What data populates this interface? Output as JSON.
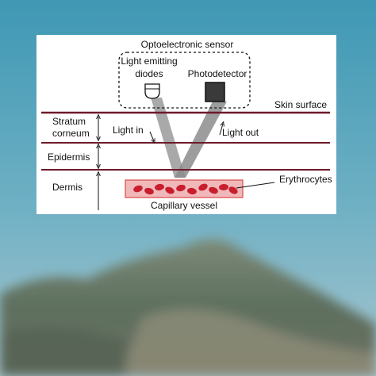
{
  "labels": {
    "sensor_title": "Optoelectronic sensor",
    "led_line1": "Light emitting",
    "led_line2": "diodes",
    "photodetector": "Photodetector",
    "skin_surface": "Skin surface",
    "stratum_line1": "Stratum",
    "stratum_line2": "corneum",
    "light_in": "Light in",
    "light_out": "Light out",
    "epidermis": "Epidermis",
    "dermis": "Dermis",
    "erythrocytes": "Erythrocytes",
    "capillary_vessel": "Capillary vessel"
  },
  "colors": {
    "layer_line": "#6e1a2a",
    "vessel_fill": "#f0b8b8",
    "vessel_border": "#d84a4a",
    "erythrocyte": "#c81e2e",
    "light_beam": "#9a9a9a",
    "photodetector": "#3a3a3a",
    "sky_top": "#4aa0ba",
    "sky_bottom": "#a8c6cf",
    "mountain": "#5a6e5c"
  }
}
